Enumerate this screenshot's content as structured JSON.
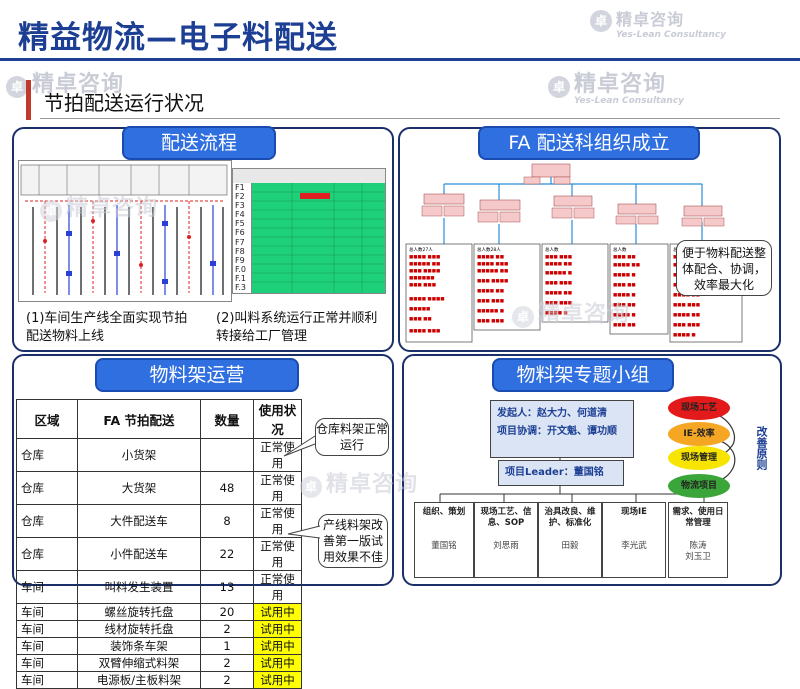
{
  "header": {
    "title": "精益物流—电子料配送",
    "section": "节拍配送运行状况",
    "watermark_cn": "精卓咨询",
    "watermark_en": "Yes-Lean Consultancy"
  },
  "panels": {
    "delivery_flow": {
      "title": "配送流程",
      "caption1": "(1)车间生产线全面实现节拍配送物料上线",
      "caption2": "(2)叫料系统运行正常并顺利转接给工厂管理",
      "screen_rows": [
        "F1",
        "F2",
        "F3",
        "F4",
        "F5",
        "F6",
        "F7",
        "F8",
        "F9",
        "F.0",
        "F.1",
        "F.3"
      ]
    },
    "fa_org": {
      "title": "FA 配送科组织成立",
      "callout": "便于物料配送整体配合、协调，效率最大化"
    },
    "rack_operation": {
      "title": "物料架运营",
      "headers": [
        "区域",
        "FA 节拍配送",
        "数量",
        "使用状况"
      ],
      "rows": [
        {
          "area": "仓库",
          "name": "小货架",
          "qty": "",
          "status": "正常使用",
          "trial": false
        },
        {
          "area": "仓库",
          "name": "大货架",
          "qty": "48",
          "status": "正常使用",
          "trial": false
        },
        {
          "area": "仓库",
          "name": "大件配送车",
          "qty": "8",
          "status": "正常使用",
          "trial": false
        },
        {
          "area": "仓库",
          "name": "小件配送车",
          "qty": "22",
          "status": "正常使用",
          "trial": false
        },
        {
          "area": "车间",
          "name": "叫料发生装置",
          "qty": "13",
          "status": "正常使用",
          "trial": false
        },
        {
          "area": "车间",
          "name": "螺丝旋转托盘",
          "qty": "20",
          "status": "试用中",
          "trial": true
        },
        {
          "area": "车间",
          "name": "线材旋转托盘",
          "qty": "2",
          "status": "试用中",
          "trial": true
        },
        {
          "area": "车间",
          "name": "装饰条车架",
          "qty": "1",
          "status": "试用中",
          "trial": true
        },
        {
          "area": "车间",
          "name": "双臂伸缩式料架",
          "qty": "2",
          "status": "试用中",
          "trial": true
        },
        {
          "area": "车间",
          "name": "电源板/主板料架",
          "qty": "2",
          "status": "试用中",
          "trial": true
        }
      ],
      "callout1": "仓库料架正常运行",
      "callout2": "产线料架改善第一版试用效果不佳"
    },
    "rack_team": {
      "title": "物料架专题小组",
      "initiator": "发起人：赵大力、何道清",
      "coordinator": "项目协调：开文魁、谭功顺",
      "leader": "项目Leader：董国铭",
      "subteams": [
        {
          "task": "组织、策划",
          "person": "董国铭"
        },
        {
          "task": "现场工艺、信息、SOP",
          "person": "刘思雨"
        },
        {
          "task": "治具改良、维护、标准化",
          "person": "田毅"
        },
        {
          "task": "现场IE",
          "person": "李光武"
        },
        {
          "task": "需求、使用日常管理",
          "person": "陈涛\n刘玉卫"
        }
      ],
      "ovals": [
        {
          "label": "现场工艺",
          "color": "#e31a1a"
        },
        {
          "label": "IE-效率",
          "color": "#f5a623"
        },
        {
          "label": "现场管理",
          "color": "#f7e400"
        },
        {
          "label": "物流项目",
          "color": "#3aa63a"
        }
      ],
      "cycle_label": "改善原则"
    }
  }
}
